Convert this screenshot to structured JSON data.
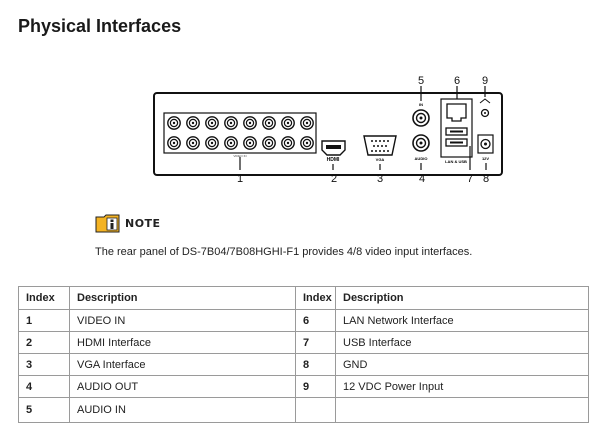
{
  "page": {
    "title": "Physical Interfaces"
  },
  "diagram": {
    "callouts": [
      "1",
      "2",
      "3",
      "4",
      "5",
      "6",
      "7",
      "8",
      "9"
    ],
    "panel_labels": {
      "video_in": "VIDEO IN",
      "hdmi": "HDMI",
      "vga": "VGA",
      "audio_in": "IN",
      "audio_out": "AUDIO",
      "lan_usb": "LAN & USB",
      "power": "12V"
    }
  },
  "note": {
    "label": "NOTE",
    "text": "The rear panel of DS-7B04/7B08HGHI-F1 provides 4/8 video input interfaces."
  },
  "table": {
    "headers": [
      "Index",
      "Description",
      "Index",
      "Description"
    ],
    "rows": [
      {
        "i1": "1",
        "d1": "VIDEO IN",
        "i2": "6",
        "d2": "LAN Network Interface"
      },
      {
        "i1": "2",
        "d1": "HDMI Interface",
        "i2": "7",
        "d2": "USB Interface"
      },
      {
        "i1": "3",
        "d1": "VGA Interface",
        "i2": "8",
        "d2": "GND"
      },
      {
        "i1": "4",
        "d1": "AUDIO OUT",
        "i2": "9",
        "d2": "12 VDC Power Input"
      },
      {
        "i1": "5",
        "d1": "AUDIO IN",
        "i2": "",
        "d2": ""
      }
    ]
  }
}
